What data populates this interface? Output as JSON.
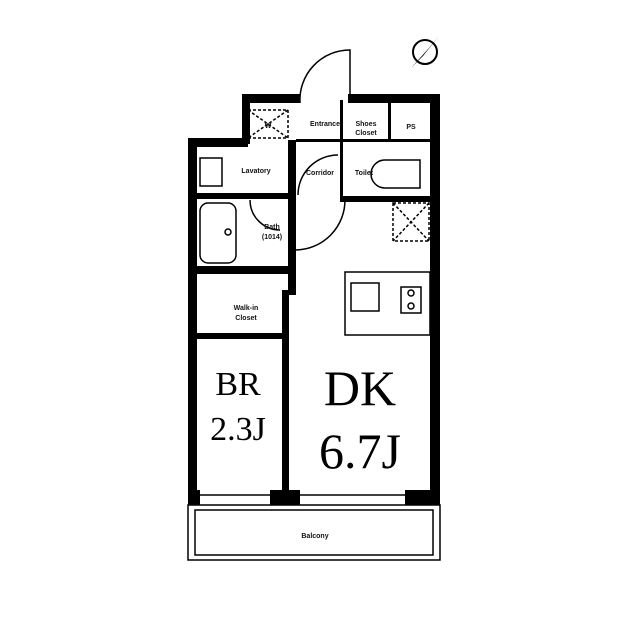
{
  "rooms": {
    "w": "W",
    "entrance": "Entrance",
    "shoes_closet": [
      "Shoes",
      "Closet"
    ],
    "ps": "PS",
    "lavatory": "Lavatory",
    "corridor": "Corridor",
    "toilet": "Toilet",
    "bath": [
      "Bath",
      "(1014)"
    ],
    "walk_in_closet": [
      "Walk-in",
      "Closet"
    ],
    "br": [
      "BR",
      "2.3J"
    ],
    "dk": [
      "DK",
      "6.7J"
    ],
    "balcony": "Balcony"
  },
  "compass": "north-arrow-icon"
}
